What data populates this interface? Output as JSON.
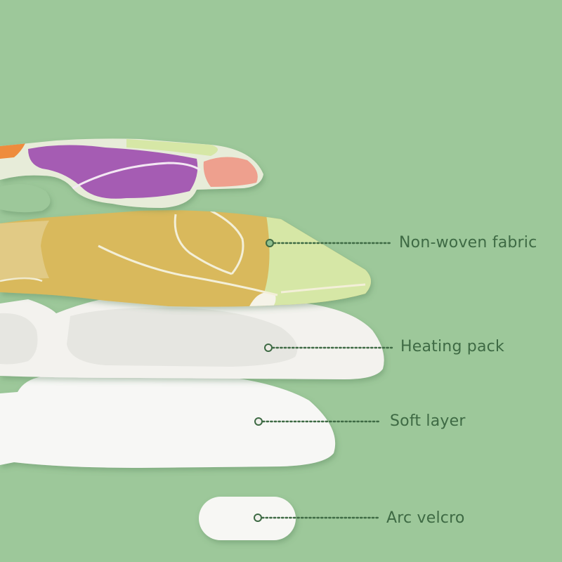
{
  "colors": {
    "background": "#9dc89a",
    "label_text": "#3e6a44",
    "callout_line": "#3e6a44",
    "callout_dot_fill": "#8fc08e",
    "fabric_yellow": "#d9b95c",
    "fabric_purple": "#a55cb3",
    "fabric_lime": "#d6e7a6",
    "fabric_pink": "#eea08e",
    "fabric_orange": "#ee8c3c",
    "heating_white": "#f3f2ee",
    "heating_inner": "#e6e6e1",
    "soft_white": "#f7f7f5",
    "velcro_white": "#f7f7f4"
  },
  "layers": [
    {
      "id": "fabric",
      "label": "Non-woven fabric"
    },
    {
      "id": "heating",
      "label": "Heating pack"
    },
    {
      "id": "soft",
      "label": "Soft layer"
    },
    {
      "id": "velcro",
      "label": "Arc velcro"
    }
  ]
}
